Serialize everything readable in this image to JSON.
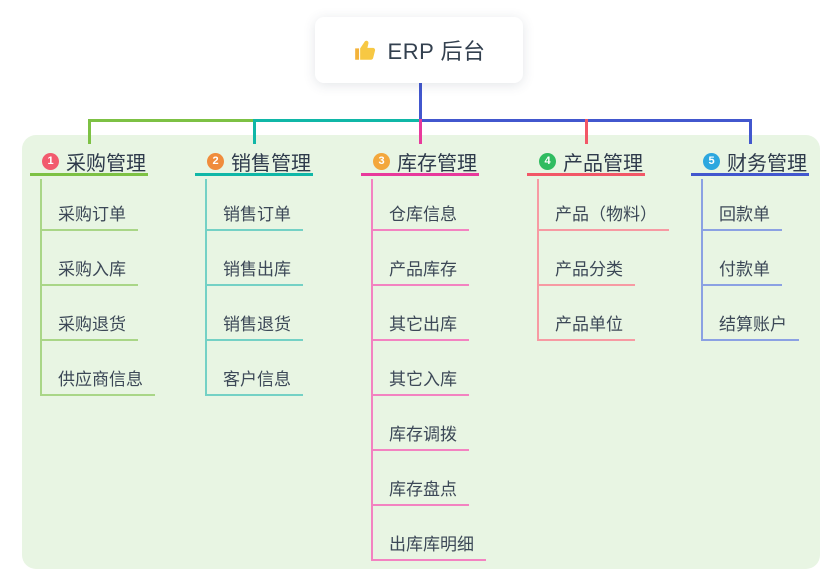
{
  "root": {
    "icon": "thumbs-up-icon",
    "title": "ERP 后台"
  },
  "colors": {
    "stem": "#4257ce",
    "panel_bg": "#e8f5e3"
  },
  "branches": [
    {
      "badge": "1",
      "label": "采购管理",
      "badge_color": "#f25b6e",
      "line_color": "#7dc144",
      "item_line_color": "#a9d687",
      "items": [
        "采购订单",
        "采购入库",
        "采购退货",
        "供应商信息"
      ]
    },
    {
      "badge": "2",
      "label": "销售管理",
      "badge_color": "#f08c3c",
      "line_color": "#10b7a7",
      "item_line_color": "#74d1c5",
      "items": [
        "销售订单",
        "销售出库",
        "销售退货",
        "客户信息"
      ]
    },
    {
      "badge": "3",
      "label": "库存管理",
      "badge_color": "#f3a73c",
      "line_color": "#e8399c",
      "item_line_color": "#f383c1",
      "items": [
        "仓库信息",
        "产品库存",
        "其它出库",
        "其它入库",
        "库存调拨",
        "库存盘点",
        "出库库明细"
      ]
    },
    {
      "badge": "4",
      "label": "产品管理",
      "badge_color": "#2fbc60",
      "line_color": "#f25767",
      "item_line_color": "#f79aa3",
      "items": [
        "产品（物料）",
        "产品分类",
        "产品单位"
      ]
    },
    {
      "badge": "5",
      "label": "财务管理",
      "badge_color": "#2ca7df",
      "line_color": "#4257ce",
      "item_line_color": "#8ba1e3",
      "items": [
        "回款单",
        "付款单",
        "结算账户"
      ]
    }
  ]
}
